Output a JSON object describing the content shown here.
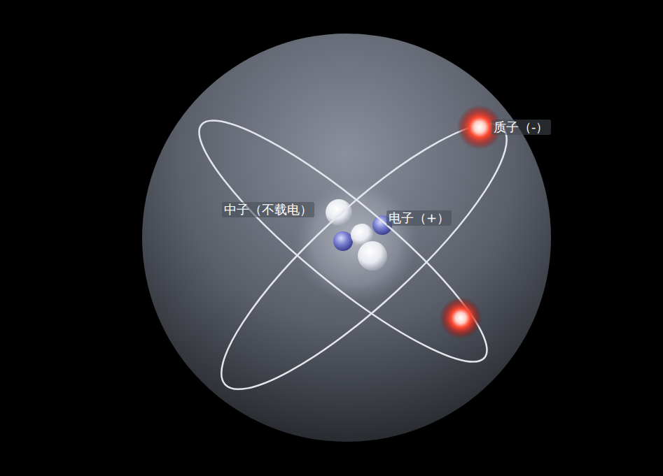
{
  "diagram": {
    "labels": [
      "质子（-）",
      "中子（不载电）",
      "电子（+）"
    ]
  }
}
